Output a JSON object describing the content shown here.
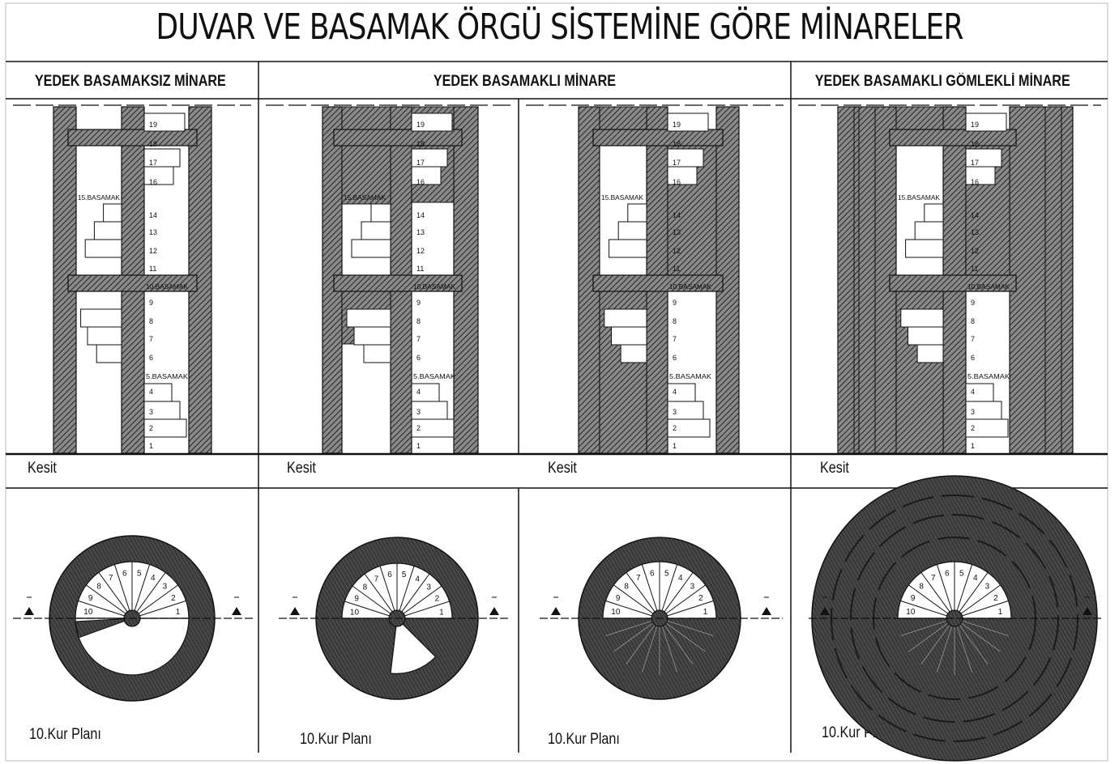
{
  "title": "DUVAR  VE  BASAMAK ÖRGÜ SİSTEMİNE GÖRE MİNARELER",
  "columns": [
    {
      "header": "YEDEK BASAMAKSIZ  MİNARE",
      "section_label": "Kesit",
      "plan_label": "10.Kur Planı"
    },
    {
      "header": "YEDEK BASAMAKLI  MİNARE",
      "section_label": "Kesit",
      "plan_label": "10.Kur  Planı"
    },
    {
      "header": "",
      "section_label": "Kesit",
      "plan_label": "10.Kur Planı"
    },
    {
      "header": "YEDEK BASAMAKLI GÖMLEKLİ MİNARE",
      "section_label": "Kesit",
      "plan_label": "10.Kur Planı"
    }
  ],
  "section_step_labels": {
    "numbers": [
      "1",
      "2",
      "3",
      "4",
      "6",
      "7",
      "8",
      "9",
      "11",
      "12",
      "13",
      "14",
      "16",
      "17",
      "18",
      "19"
    ],
    "landing_labels": [
      "5.BASAMAK",
      "10.BASAMAK",
      "15.BASAMAK"
    ]
  },
  "plan_step_labels": [
    "1",
    "2",
    "3",
    "4",
    "5",
    "6",
    "7",
    "8",
    "9",
    "10"
  ],
  "colors": {
    "line": "#111111",
    "hatch": "#444444",
    "paper": "#ffffff"
  }
}
